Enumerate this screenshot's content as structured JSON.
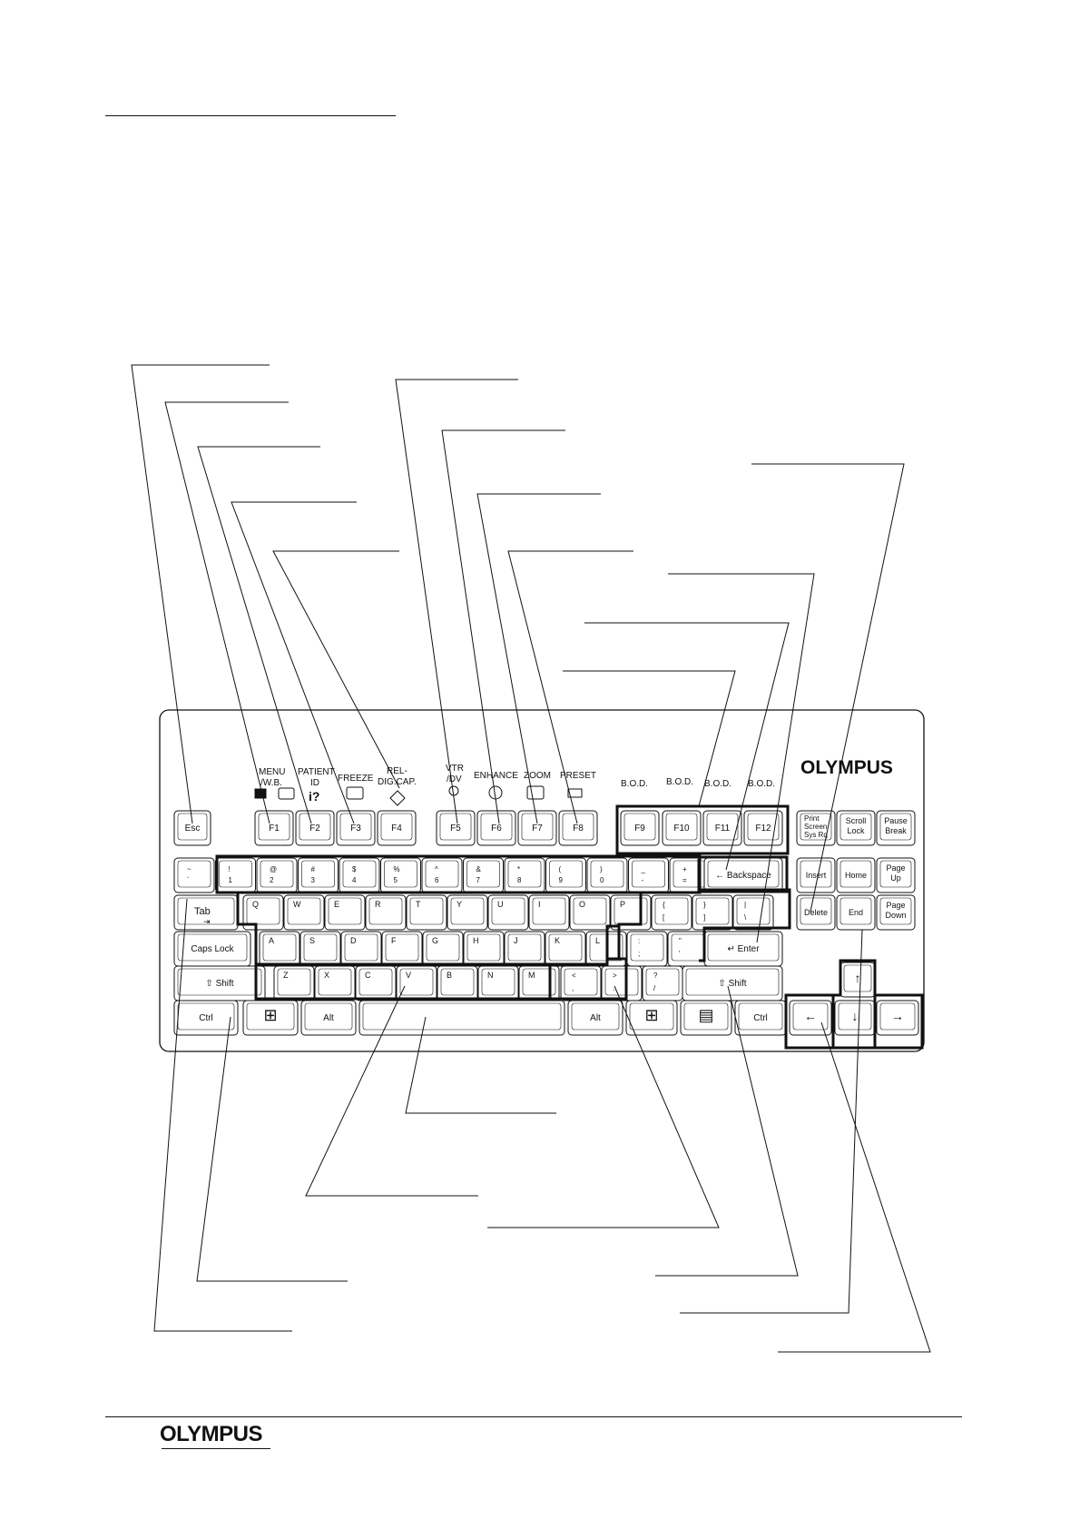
{
  "brand": {
    "keyboard_logo": "OLYMPUS",
    "footer_logo": "OLYMPUS"
  },
  "function_labels": {
    "f1_line1": "MENU",
    "f1_line2": "/W.B.",
    "f2_line1": "PATIENT",
    "f2_line2": "ID",
    "f3": "FREEZE",
    "f4_line1": "REL-",
    "f4_line2": "DIG.CAP.",
    "f5_line1": "VTR",
    "f5_line2": "/DV",
    "f6": "ENHANCE",
    "f7": "ZOOM",
    "f8": "PRESET",
    "f9": "B.O.D.",
    "f10": "B.O.D.",
    "f11": "B.O.D.",
    "f12": "B.O.D."
  },
  "keys": {
    "esc": "Esc",
    "f": [
      "F1",
      "F2",
      "F3",
      "F4",
      "F5",
      "F6",
      "F7",
      "F8",
      "F9",
      "F10",
      "F11",
      "F12"
    ],
    "print_screen": [
      "Print",
      "Screen",
      "Sys Rq"
    ],
    "scroll_lock": [
      "Scroll",
      "Lock"
    ],
    "pause_break": [
      "Pause",
      "Break"
    ],
    "number_row_top": [
      "~",
      "!",
      "@",
      "#",
      "$",
      "%",
      "^",
      "&",
      "*",
      "(",
      ")",
      "_",
      "+"
    ],
    "number_row_bottom": [
      "`",
      "1",
      "2",
      "3",
      "4",
      "5",
      "6",
      "7",
      "8",
      "9",
      "0",
      "-",
      "="
    ],
    "backspace": "Backspace",
    "insert": "Insert",
    "home": "Home",
    "page_up": [
      "Page",
      "Up"
    ],
    "tab": "Tab",
    "qwerty": [
      "Q",
      "W",
      "E",
      "R",
      "T",
      "Y",
      "U",
      "I",
      "O",
      "P"
    ],
    "brackets_top": [
      "{",
      "}",
      "|"
    ],
    "brackets_bottom": [
      "[",
      "]",
      "\\"
    ],
    "delete": "Delete",
    "end": "End",
    "page_down": [
      "Page",
      "Down"
    ],
    "caps_lock": "Caps Lock",
    "asdf": [
      "A",
      "S",
      "D",
      "F",
      "G",
      "H",
      "J",
      "K",
      "L"
    ],
    "semi_top": [
      ":",
      "\""
    ],
    "semi_bottom": [
      ";",
      "'"
    ],
    "enter": "Enter",
    "shift": "Shift",
    "zxcv": [
      "Z",
      "X",
      "C",
      "V",
      "B",
      "N",
      "M"
    ],
    "comma_top": [
      "<",
      ">",
      "?"
    ],
    "comma_bottom": [
      ",",
      ".",
      "/"
    ],
    "ctrl": "Ctrl",
    "alt": "Alt"
  }
}
